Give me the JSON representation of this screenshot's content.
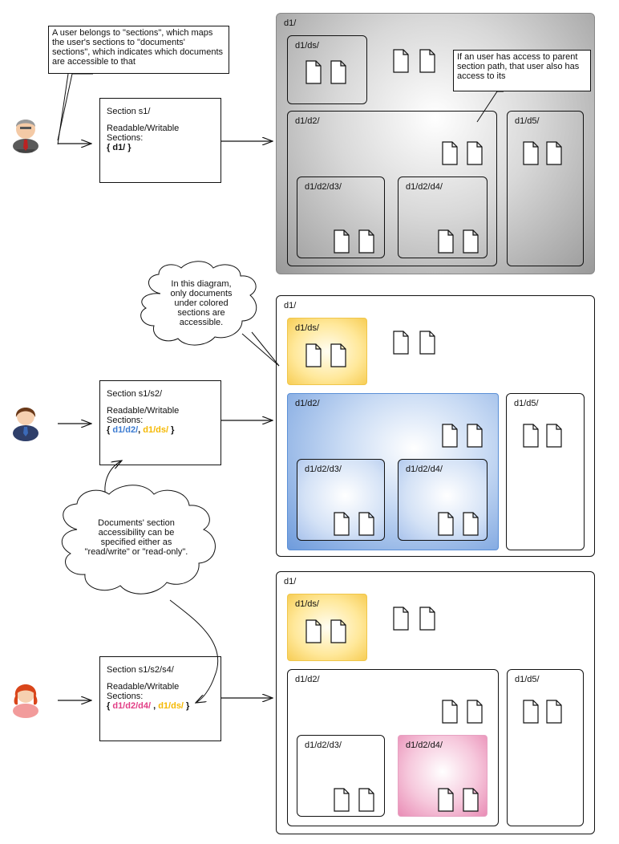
{
  "panel1": {
    "root": "d1/",
    "ds": "d1/ds/",
    "d2": "d1/d2/",
    "d3": "d1/d2/d3/",
    "d4": "d1/d2/d4/",
    "d5": "d1/d5/",
    "note_user": "A user belongs to \"sections\", which maps the user's sections to \"documents' sections\", which indicates which documents are accessible to that",
    "note_path": "If an user has access to parent section path, that user also has access to its",
    "section": {
      "title": "Section s1/",
      "rw": "Readable/Writable",
      "sections": "Sections:",
      "open": "{ ",
      "v1": "d1/",
      "close": " }"
    }
  },
  "panel2": {
    "root": "d1/",
    "ds": "d1/ds/",
    "d2": "d1/d2/",
    "d3": "d1/d2/d3/",
    "d4": "d1/d2/d4/",
    "d5": "d1/d5/",
    "cloud_top": "In this diagram, only documents under colored sections are accessible.",
    "cloud_mid": "Documents' section accessibility can be specified either as \"read/write\" or \"read-only\".",
    "section": {
      "title": "Section s1/s2/",
      "rw": "Readable/Writable",
      "sections": "Sections:",
      "open": "{ ",
      "v1": "d1/d2/",
      "sep": ", ",
      "v2": "d1/ds/",
      "close": " }"
    }
  },
  "panel3": {
    "root": "d1/",
    "ds": "d1/ds/",
    "d2": "d1/d2/",
    "d3": "d1/d2/d3/",
    "d4": "d1/d2/d4/",
    "d5": "d1/d5/",
    "section": {
      "title": "Section s1/s2/s4/",
      "rw": "Readable/Writable",
      "sections": "Sections:",
      "open": "{ ",
      "v1": "d1/d2/d4/",
      "sep": " , ",
      "v2": "d1/ds/",
      "close": " }"
    }
  },
  "colors": {
    "yellow": "#f5b800",
    "blue": "#3b7bd1",
    "pink": "#e23d85",
    "gray": "#9a9a9a"
  },
  "icons": [
    "document-icon",
    "user-avatar-icon",
    "cloud-callout-icon",
    "arrow-icon"
  ]
}
